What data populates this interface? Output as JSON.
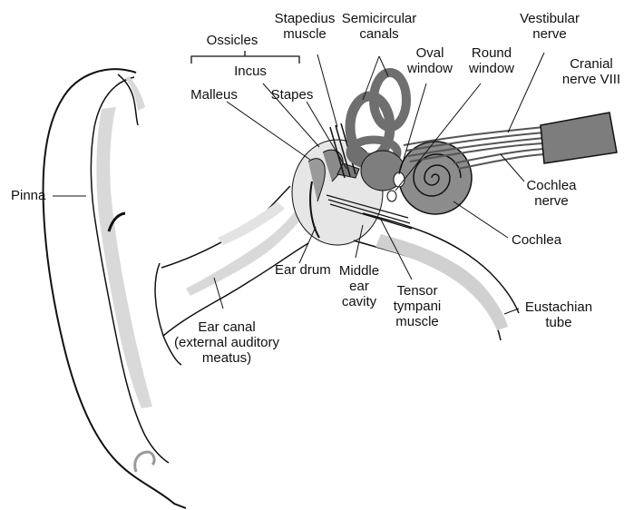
{
  "colors": {
    "ink": "#111111",
    "shade": "#d9d9d9",
    "tissue": "#9a9a9a",
    "dark": "#6f6f6f",
    "nerve": "#7d7d7d"
  },
  "labels": {
    "ossicles": "Ossicles",
    "incus": "Incus",
    "malleus": "Malleus",
    "stapes": "Stapes",
    "stapedius": [
      "Stapedius",
      "muscle"
    ],
    "semicircular": [
      "Semicircular",
      "canals"
    ],
    "oval": [
      "Oval",
      "window"
    ],
    "round": [
      "Round",
      "window"
    ],
    "vestibular": [
      "Vestibular",
      "nerve"
    ],
    "cranial": [
      "Cranial",
      "nerve VIII"
    ],
    "pinna": "Pinna",
    "cochlea_nerve": [
      "Cochlea",
      "nerve"
    ],
    "cochlea": "Cochlea",
    "ear_drum": "Ear drum",
    "middle_ear": [
      "Middle",
      "ear",
      "cavity"
    ],
    "tensor": [
      "Tensor",
      "tympani",
      "muscle"
    ],
    "eustachian": [
      "Eustachian",
      "tube"
    ],
    "ear_canal": [
      "Ear canal",
      "(external auditory",
      "meatus)"
    ]
  }
}
